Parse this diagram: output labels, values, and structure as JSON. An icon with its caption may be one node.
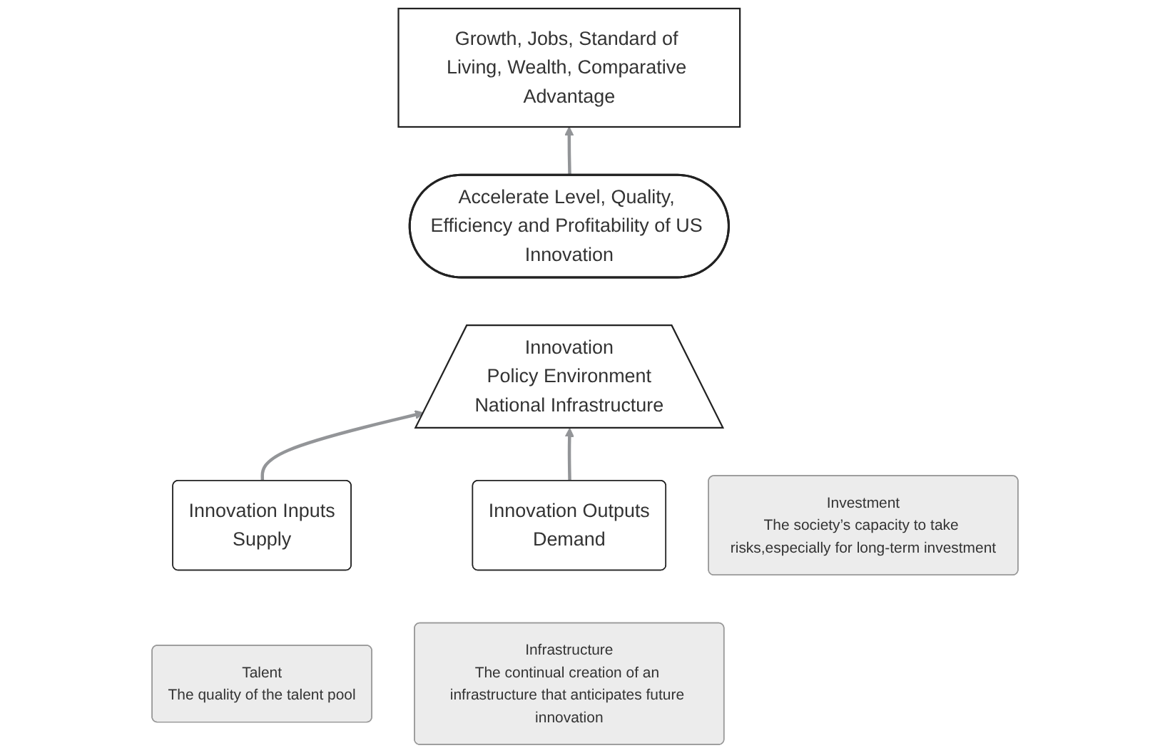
{
  "diagram": {
    "nodes": [
      {
        "text": [
          "Growth, Jobs, Standard of Living, Wealth, Comparative Advantage"
        ]
      },
      {
        "text": [
          "Accelerate Level, Quality, Efficiency and Profitability of US Innovation"
        ]
      },
      {
        "text": [
          "Innovation Inputs",
          "Supply"
        ]
      },
      {
        "text": [
          "Innovation",
          "Policy Environment",
          "National Infrastructure"
        ]
      },
      {
        "text": [
          "Innovation Outputs",
          "Demand"
        ]
      },
      {
        "text": [
          "Talent",
          "The quality of the talent pool"
        ]
      },
      {
        "text": [
          "Investment",
          "The society’s capacity to take risks,especially for long-term investment"
        ]
      },
      {
        "text": [
          "Infrastructure",
          "The continual creation of an infrastructure that anticipates future innovation"
        ]
      }
    ],
    "edges": [
      {
        "from": 1,
        "to": 0,
        "arrow": "to",
        "color": "#939598"
      },
      {
        "from": 2,
        "to": 3,
        "arrow": "to",
        "color": "#939598"
      },
      {
        "from": 4,
        "to": 3,
        "arrow": "to",
        "color": "#939598"
      }
    ]
  }
}
